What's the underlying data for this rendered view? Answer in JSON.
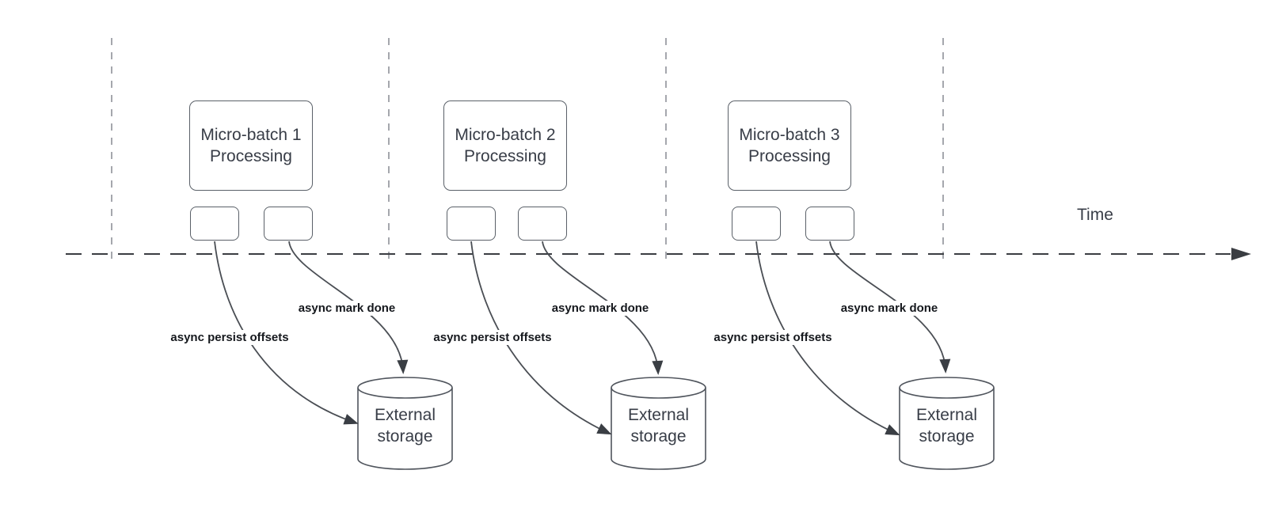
{
  "diagram": {
    "time_axis_label": "Time",
    "groups": [
      {
        "box_lines": [
          "Micro-batch 1",
          "Processing"
        ],
        "persist_label": "async persist offsets",
        "done_label": "async mark done",
        "storage_lines": [
          "External",
          "storage"
        ]
      },
      {
        "box_lines": [
          "Micro-batch 2",
          "Processing"
        ],
        "persist_label": "async persist offsets",
        "done_label": "async mark done",
        "storage_lines": [
          "External",
          "storage"
        ]
      },
      {
        "box_lines": [
          "Micro-batch 3",
          "Processing"
        ],
        "persist_label": "async persist offsets",
        "done_label": "async mark done",
        "storage_lines": [
          "External",
          "storage"
        ]
      }
    ],
    "colors": {
      "background": "#ffffff",
      "gridline": "#a5a7ad",
      "timeline": "#3a3d42",
      "connector": "#4a4e54",
      "shape_border": "#5a6068",
      "shape_text": "#383d47",
      "label_text": "#15181d"
    }
  }
}
